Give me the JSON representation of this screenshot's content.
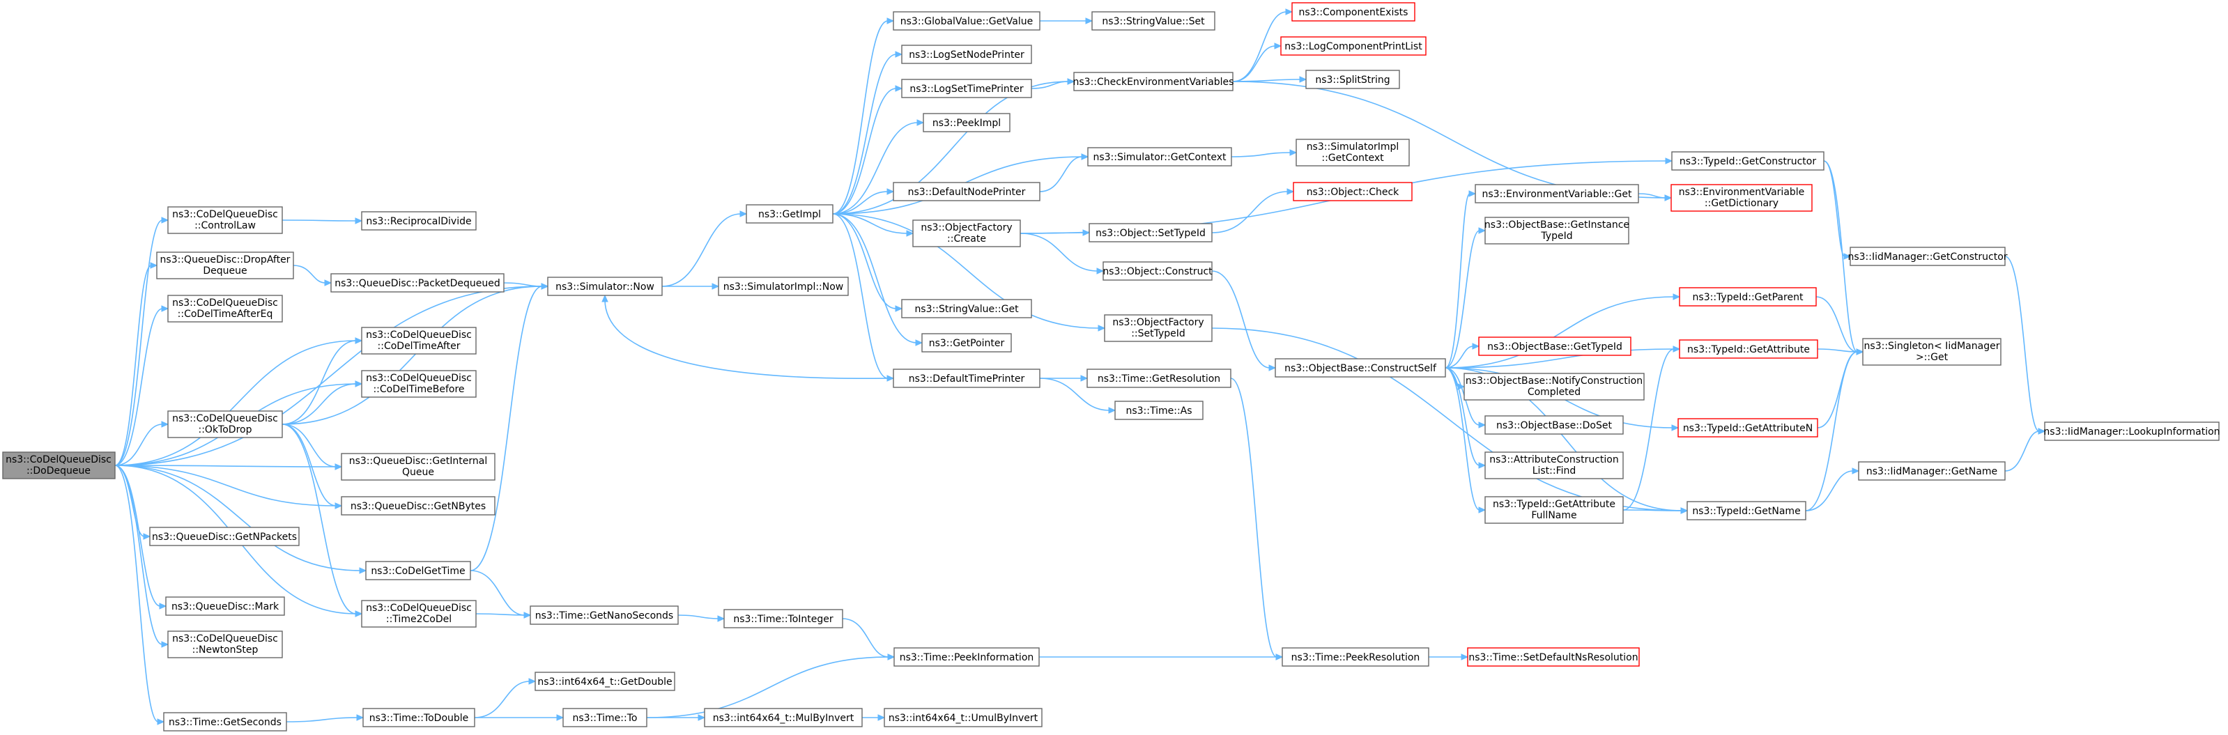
{
  "graph": {
    "root": {
      "lines": [
        "ns3::CoDelQueueDisc",
        "::DoDequeue"
      ]
    },
    "nodes": [
      {
        "id": "controllaw",
        "lines": [
          "ns3::CoDelQueueDisc",
          "::ControlLaw"
        ]
      },
      {
        "id": "dropafter",
        "lines": [
          "ns3::QueueDisc::DropAfter",
          "Dequeue"
        ]
      },
      {
        "id": "codeltimeaftereq",
        "lines": [
          "ns3::CoDelQueueDisc",
          "::CoDelTimeAfterEq"
        ]
      },
      {
        "id": "codeltimeafter",
        "lines": [
          "ns3::CoDelQueueDisc",
          "::CoDelTimeAfter"
        ]
      },
      {
        "id": "codeltimebefore",
        "lines": [
          "ns3::CoDelQueueDisc",
          "::CoDelTimeBefore"
        ]
      },
      {
        "id": "oktodrop",
        "lines": [
          "ns3::CoDelQueueDisc",
          "::OkToDrop"
        ]
      },
      {
        "id": "getinternalqueue",
        "lines": [
          "ns3::QueueDisc::GetInternal",
          "Queue"
        ]
      },
      {
        "id": "getnbytes",
        "lines": [
          "ns3::QueueDisc::GetNBytes"
        ]
      },
      {
        "id": "getnpackets",
        "lines": [
          "ns3::QueueDisc::GetNPackets"
        ]
      },
      {
        "id": "codelgettime",
        "lines": [
          "ns3::CoDelGetTime"
        ]
      },
      {
        "id": "mark",
        "lines": [
          "ns3::QueueDisc::Mark"
        ]
      },
      {
        "id": "newtonstep",
        "lines": [
          "ns3::CoDelQueueDisc",
          "::NewtonStep"
        ]
      },
      {
        "id": "time2codel",
        "lines": [
          "ns3::CoDelQueueDisc",
          "::Time2CoDel"
        ]
      },
      {
        "id": "getseconds",
        "lines": [
          "ns3::Time::GetSeconds"
        ]
      },
      {
        "id": "reciprocaldivide",
        "lines": [
          "ns3::ReciprocalDivide"
        ]
      },
      {
        "id": "packetdequeued",
        "lines": [
          "ns3::QueueDisc::PacketDequeued"
        ]
      },
      {
        "id": "simnow",
        "lines": [
          "ns3::Simulator::Now"
        ]
      },
      {
        "id": "getnanoseconds",
        "lines": [
          "ns3::Time::GetNanoSeconds"
        ]
      },
      {
        "id": "todouble",
        "lines": [
          "ns3::Time::ToDouble"
        ]
      },
      {
        "id": "getimpl",
        "lines": [
          "ns3::GetImpl"
        ]
      },
      {
        "id": "simimplnow",
        "lines": [
          "ns3::SimulatorImpl::Now"
        ]
      },
      {
        "id": "tointeger",
        "lines": [
          "ns3::Time::ToInteger"
        ]
      },
      {
        "id": "getdouble",
        "lines": [
          "ns3::int64x64_t::GetDouble"
        ]
      },
      {
        "id": "timeto",
        "lines": [
          "ns3::Time::To"
        ]
      },
      {
        "id": "globalvalueget",
        "lines": [
          "ns3::GlobalValue::GetValue"
        ]
      },
      {
        "id": "logsetnodeprinter",
        "lines": [
          "ns3::LogSetNodePrinter"
        ]
      },
      {
        "id": "logsettimeprinter",
        "lines": [
          "ns3::LogSetTimePrinter"
        ]
      },
      {
        "id": "peekimpl",
        "lines": [
          "ns3::PeekImpl"
        ]
      },
      {
        "id": "defaultnodeprinter",
        "lines": [
          "ns3::DefaultNodePrinter"
        ]
      },
      {
        "id": "objectfactorycreate",
        "lines": [
          "ns3::ObjectFactory",
          "::Create"
        ]
      },
      {
        "id": "stringvalueget",
        "lines": [
          "ns3::StringValue::Get"
        ]
      },
      {
        "id": "getpointer",
        "lines": [
          "ns3::GetPointer"
        ]
      },
      {
        "id": "defaulttimeprinter",
        "lines": [
          "ns3::DefaultTimePrinter"
        ]
      },
      {
        "id": "peekinformation",
        "lines": [
          "ns3::Time::PeekInformation"
        ]
      },
      {
        "id": "mulbyinvert",
        "lines": [
          "ns3::int64x64_t::MulByInvert"
        ]
      },
      {
        "id": "stringvalueset",
        "lines": [
          "ns3::StringValue::Set"
        ]
      },
      {
        "id": "checkenv",
        "lines": [
          "ns3::CheckEnvironmentVariables"
        ]
      },
      {
        "id": "simgetcontext",
        "lines": [
          "ns3::Simulator::GetContext"
        ]
      },
      {
        "id": "objectsettypeid",
        "lines": [
          "ns3::Object::SetTypeId"
        ]
      },
      {
        "id": "objectconstruct",
        "lines": [
          "ns3::Object::Construct"
        ]
      },
      {
        "id": "objectfactorysettypeid",
        "lines": [
          "ns3::ObjectFactory",
          "::SetTypeId"
        ]
      },
      {
        "id": "getresolution",
        "lines": [
          "ns3::Time::GetResolution"
        ]
      },
      {
        "id": "timeas",
        "lines": [
          "ns3::Time::As"
        ]
      },
      {
        "id": "umulbyinvert",
        "lines": [
          "ns3::int64x64_t::UmulByInvert"
        ]
      },
      {
        "id": "componentexists",
        "lines": [
          "ns3::ComponentExists"
        ],
        "red": true
      },
      {
        "id": "logcomponentprintlist",
        "lines": [
          "ns3::LogComponentPrintList"
        ],
        "red": true
      },
      {
        "id": "splitstring",
        "lines": [
          "ns3::SplitString"
        ]
      },
      {
        "id": "simimplgetcontext",
        "lines": [
          "ns3::SimulatorImpl",
          "::GetContext"
        ]
      },
      {
        "id": "objectcheck",
        "lines": [
          "ns3::Object::Check"
        ],
        "red": true
      },
      {
        "id": "envvarget",
        "lines": [
          "ns3::EnvironmentVariable::Get"
        ]
      },
      {
        "id": "getinstancetypeid",
        "lines": [
          "ns3::ObjectBase::GetInstance",
          "TypeId"
        ]
      },
      {
        "id": "constructself",
        "lines": [
          "ns3::ObjectBase::ConstructSelf"
        ]
      },
      {
        "id": "objectbasegettypeid",
        "lines": [
          "ns3::ObjectBase::GetTypeId"
        ],
        "red": true
      },
      {
        "id": "notifyconstruction",
        "lines": [
          "ns3::ObjectBase::NotifyConstruction",
          "Completed"
        ]
      },
      {
        "id": "doset",
        "lines": [
          "ns3::ObjectBase::DoSet"
        ]
      },
      {
        "id": "attrconstructionfind",
        "lines": [
          "ns3::AttributeConstruction",
          "List::Find"
        ]
      },
      {
        "id": "getattributefullname",
        "lines": [
          "ns3::TypeId::GetAttribute",
          "FullName"
        ]
      },
      {
        "id": "peekresolution",
        "lines": [
          "ns3::Time::PeekResolution"
        ]
      },
      {
        "id": "typeidgetconstructor",
        "lines": [
          "ns3::TypeId::GetConstructor"
        ]
      },
      {
        "id": "envvargetdictionary",
        "lines": [
          "ns3::EnvironmentVariable",
          "::GetDictionary"
        ],
        "red": true
      },
      {
        "id": "typeidgetparent",
        "lines": [
          "ns3::TypeId::GetParent"
        ],
        "red": true
      },
      {
        "id": "typeidgetattribute",
        "lines": [
          "ns3::TypeId::GetAttribute"
        ],
        "red": true
      },
      {
        "id": "typeidgetattributen",
        "lines": [
          "ns3::TypeId::GetAttributeN"
        ],
        "red": true
      },
      {
        "id": "typeidgetname",
        "lines": [
          "ns3::TypeId::GetName"
        ]
      },
      {
        "id": "setdefaultnsresolution",
        "lines": [
          "ns3::Time::SetDefaultNsResolution"
        ],
        "red": true
      },
      {
        "id": "iidgetconstructor",
        "lines": [
          "ns3::IidManager::GetConstructor"
        ]
      },
      {
        "id": "singletonget",
        "lines": [
          "ns3::Singleton< IidManager",
          ">::Get"
        ]
      },
      {
        "id": "iidgetname",
        "lines": [
          "ns3::IidManager::GetName"
        ]
      },
      {
        "id": "lookupinformation",
        "lines": [
          "ns3::IidManager::LookupInformation"
        ]
      }
    ]
  }
}
